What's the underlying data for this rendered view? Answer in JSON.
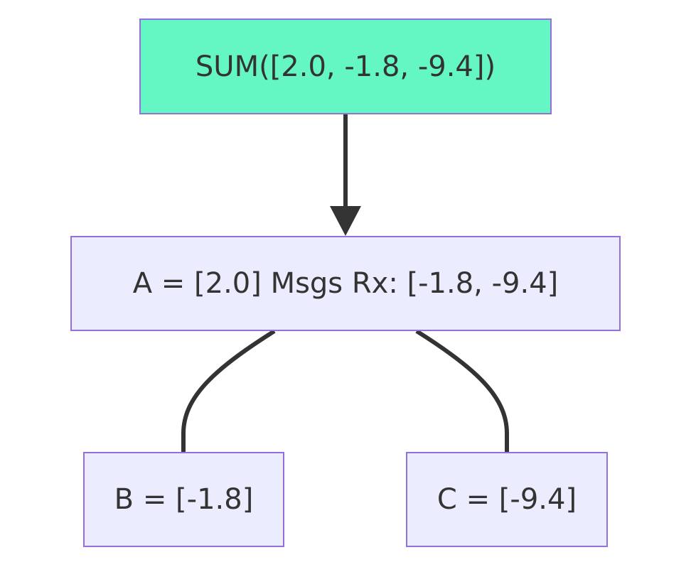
{
  "nodes": {
    "root": {
      "label": "SUM([2.0, -1.8, -9.4])"
    },
    "a": {
      "label": "A = [2.0] Msgs Rx: [-1.8, -9.4]"
    },
    "b": {
      "label": "B = [-1.8]"
    },
    "c": {
      "label": "C = [-9.4]"
    }
  },
  "colors": {
    "root_fill": "#64f7c4",
    "node_fill": "#ececff",
    "node_border": "#9370db",
    "edge": "#333333",
    "text": "#333333"
  },
  "edges": [
    {
      "from": "root",
      "to": "a",
      "arrow": true
    },
    {
      "from": "a",
      "to": "b",
      "arrow": false
    },
    {
      "from": "a",
      "to": "c",
      "arrow": false
    }
  ]
}
